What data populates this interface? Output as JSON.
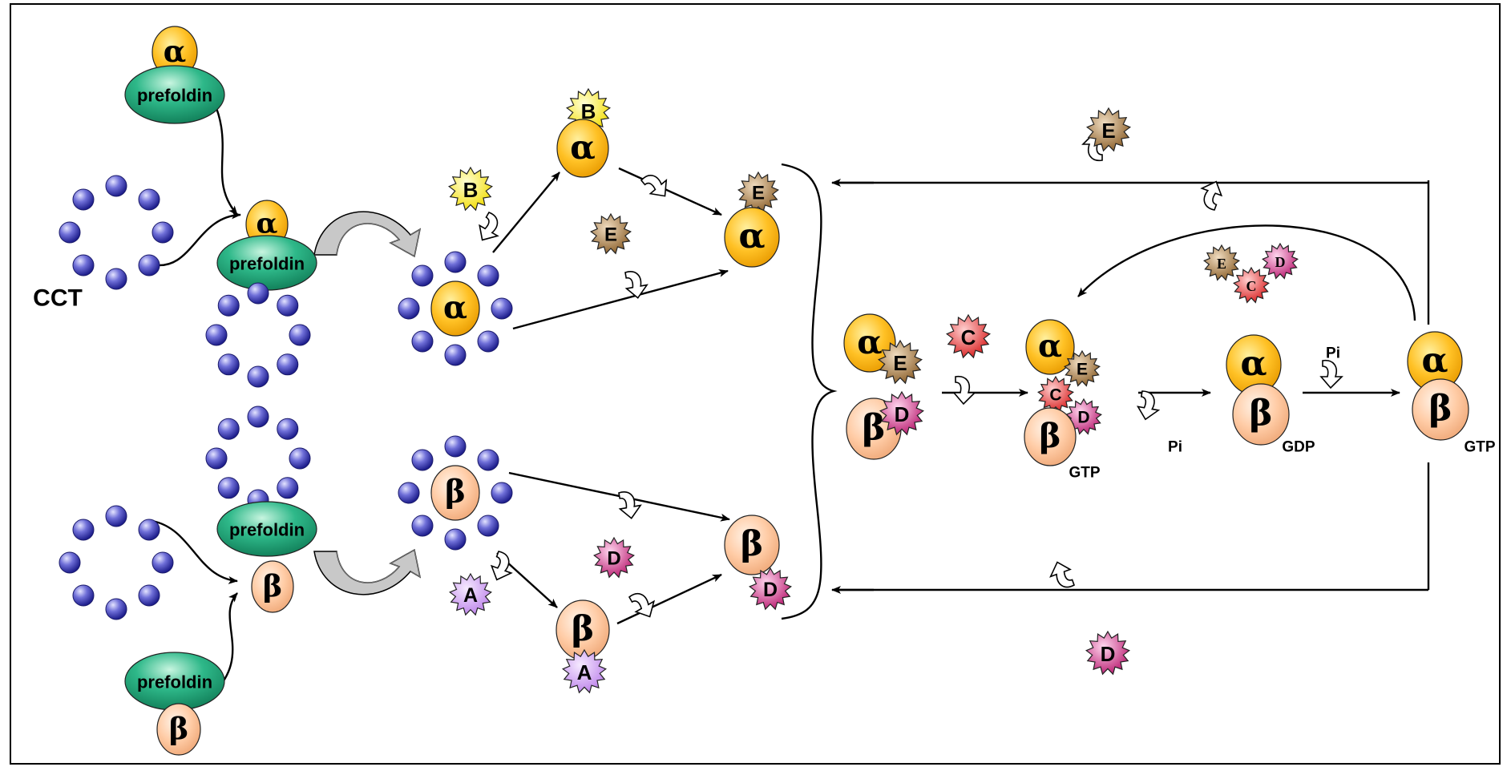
{
  "labels": {
    "cct": "CCT",
    "prefoldin": "prefoldin",
    "alpha": "α",
    "beta": "β",
    "gtp": "GTP",
    "gdp": "GDP",
    "pi": "Pi"
  },
  "cofactors": {
    "A": "A",
    "B": "B",
    "C": "C",
    "D": "D",
    "E": "E"
  },
  "colors": {
    "alpha_fill": "#FFC125",
    "beta_fill": "#FFCCA6",
    "prefoldin_fill": "#2EB889",
    "cct_fill": "#6F6FD8",
    "A_fill": "#D9A6F5",
    "B_fill": "#FFF23A",
    "C_fill": "#F04A4A",
    "D_fill": "#E0449F",
    "E_fill": "#B8884A",
    "arrow": "#000000",
    "frame": "#000000"
  }
}
